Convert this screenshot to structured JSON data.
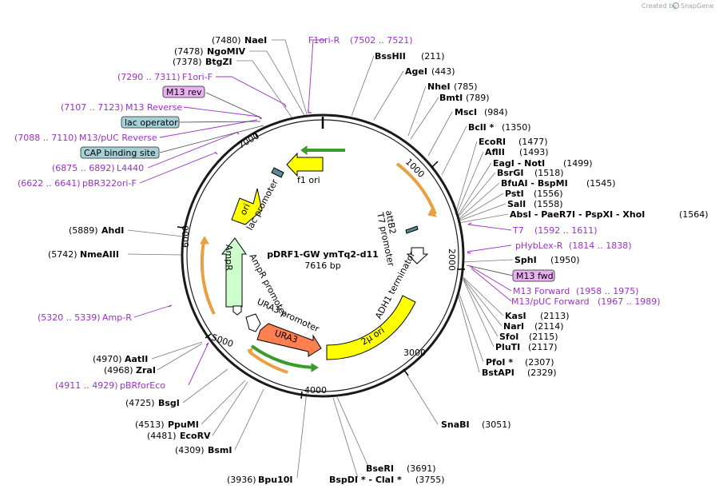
{
  "credit": {
    "created_by": "Created by",
    "brand": "SnapGene"
  },
  "plasmid": {
    "name": "pDRF1-GW ymTq2-d11",
    "length_label": "7616 bp",
    "length": 7616
  },
  "ticks": [
    "1000",
    "2000",
    "3000",
    "4000",
    "5000",
    "6000",
    "7000"
  ],
  "sites": [
    {
      "name": "NaeI",
      "pos": "(7480)"
    },
    {
      "name": "NgoMIV",
      "pos": "(7478)"
    },
    {
      "name": "BtgZI",
      "pos": "(7378)"
    },
    {
      "name": "BssHII",
      "pos": "(211)"
    },
    {
      "name": "AgeI",
      "pos": "(443)"
    },
    {
      "name": "NheI",
      "pos": "(785)"
    },
    {
      "name": "BmtI",
      "pos": "(789)"
    },
    {
      "name": "MscI",
      "pos": "(984)"
    },
    {
      "name": "BclI *",
      "pos": "(1350)"
    },
    {
      "name": "EcoRI",
      "pos": "(1477)"
    },
    {
      "name": "AflII",
      "pos": "(1493)"
    },
    {
      "name": "EagI - NotI",
      "pos": "(1499)"
    },
    {
      "name": "BsrGI",
      "pos": "(1518)"
    },
    {
      "name": "BfuAI - BspMI",
      "pos": "(1545)"
    },
    {
      "name": "PstI",
      "pos": "(1556)"
    },
    {
      "name": "SalI",
      "pos": "(1558)"
    },
    {
      "name": "AbsI - PaeR7I - PspXI - XhoI",
      "pos": "(1564)"
    },
    {
      "name": "SphI",
      "pos": "(1950)"
    },
    {
      "name": "KasI",
      "pos": "(2113)"
    },
    {
      "name": "NarI",
      "pos": "(2114)"
    },
    {
      "name": "SfoI",
      "pos": "(2115)"
    },
    {
      "name": "PluTI",
      "pos": "(2117)"
    },
    {
      "name": "PfoI *",
      "pos": "(2307)"
    },
    {
      "name": "BstAPI",
      "pos": "(2329)"
    },
    {
      "name": "SnaBI",
      "pos": "(3051)"
    },
    {
      "name": "BseRI",
      "pos": "(3691)"
    },
    {
      "name": "BspDI * - ClaI *",
      "pos": "(3755)"
    },
    {
      "name": "Bpu10I",
      "pos": "(3936)"
    },
    {
      "name": "BsmI",
      "pos": "(4309)"
    },
    {
      "name": "EcoRV",
      "pos": "(4481)"
    },
    {
      "name": "PpuMI",
      "pos": "(4513)"
    },
    {
      "name": "BsgI",
      "pos": "(4725)"
    },
    {
      "name": "ZraI",
      "pos": "(4968)"
    },
    {
      "name": "AatII",
      "pos": "(4970)"
    },
    {
      "name": "NmeAIII",
      "pos": "(5742)"
    },
    {
      "name": "AhdI",
      "pos": "(5889)"
    }
  ],
  "primers": [
    {
      "name": "F1ori-R",
      "range": "(7502 .. 7521)"
    },
    {
      "name": "F1ori-F",
      "range": "(7290 .. 7311)"
    },
    {
      "name": "M13 Reverse",
      "range": "(7107 .. 7123)"
    },
    {
      "name": "M13/pUC Reverse",
      "range": "(7088 .. 7110)"
    },
    {
      "name": "L4440",
      "range": "(6875 .. 6892)"
    },
    {
      "name": "pBR322ori-F",
      "range": "(6622 .. 6641)"
    },
    {
      "name": "T7",
      "range": "(1592 .. 1611)"
    },
    {
      "name": "pHybLex-R",
      "range": "(1814 .. 1838)"
    },
    {
      "name": "M13 Forward",
      "range": "(1958 .. 1975)"
    },
    {
      "name": "M13/pUC Forward",
      "range": "(1967 .. 1989)"
    },
    {
      "name": "Amp-R",
      "range": "(5320 .. 5339)"
    },
    {
      "name": "pBRforEco",
      "range": "(4911 .. 4929)"
    }
  ],
  "boxed_labels": [
    "M13 rev",
    "lac operator",
    "CAP binding site",
    "M13 fwd"
  ],
  "features": [
    "f1 ori",
    "lac promoter",
    "ori",
    "AmpR",
    "AmpR promoter",
    "URA3 promoter",
    "URA3",
    "2μ ori",
    "ADH1 terminator",
    "T7 promoter",
    "attB2"
  ],
  "colors": {
    "primer": "#9b30c8",
    "backbone": "#1a1a1a",
    "ori": "#ffff00",
    "ampr": "#ccffcc",
    "ura3": "#ff7f50",
    "promoter": "#ffffff",
    "box_purple": "#e8b0f0",
    "box_teal": "#a6d0d8",
    "orf_arrow": "#e8a040",
    "green_arrow": "#3a9a2a"
  }
}
